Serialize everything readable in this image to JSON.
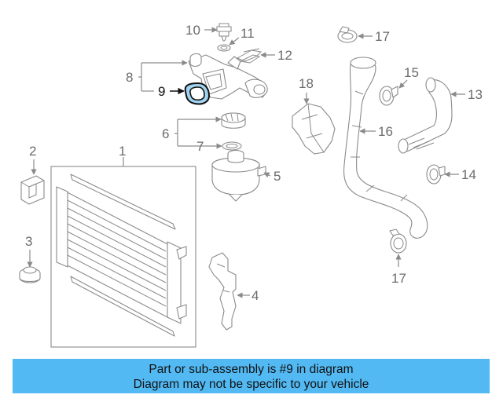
{
  "diagram": {
    "highlighted_part": "9",
    "labels": {
      "p1": "1",
      "p2": "2",
      "p3": "3",
      "p4": "4",
      "p5": "5",
      "p6": "6",
      "p7": "7",
      "p8": "8",
      "p9": "9",
      "p10": "10",
      "p11": "11",
      "p12": "12",
      "p13": "13",
      "p14": "14",
      "p15": "15",
      "p16": "16",
      "p17a": "17",
      "p17b": "17",
      "p18": "18"
    },
    "colors": {
      "line": "#8a8a8a",
      "highlight_fill": "#9fd3ef",
      "banner": "#53b9f3"
    }
  },
  "footer": {
    "line1": "Part or sub-assembly is #9 in diagram",
    "line2": "Diagram may not be specific to your vehicle"
  }
}
